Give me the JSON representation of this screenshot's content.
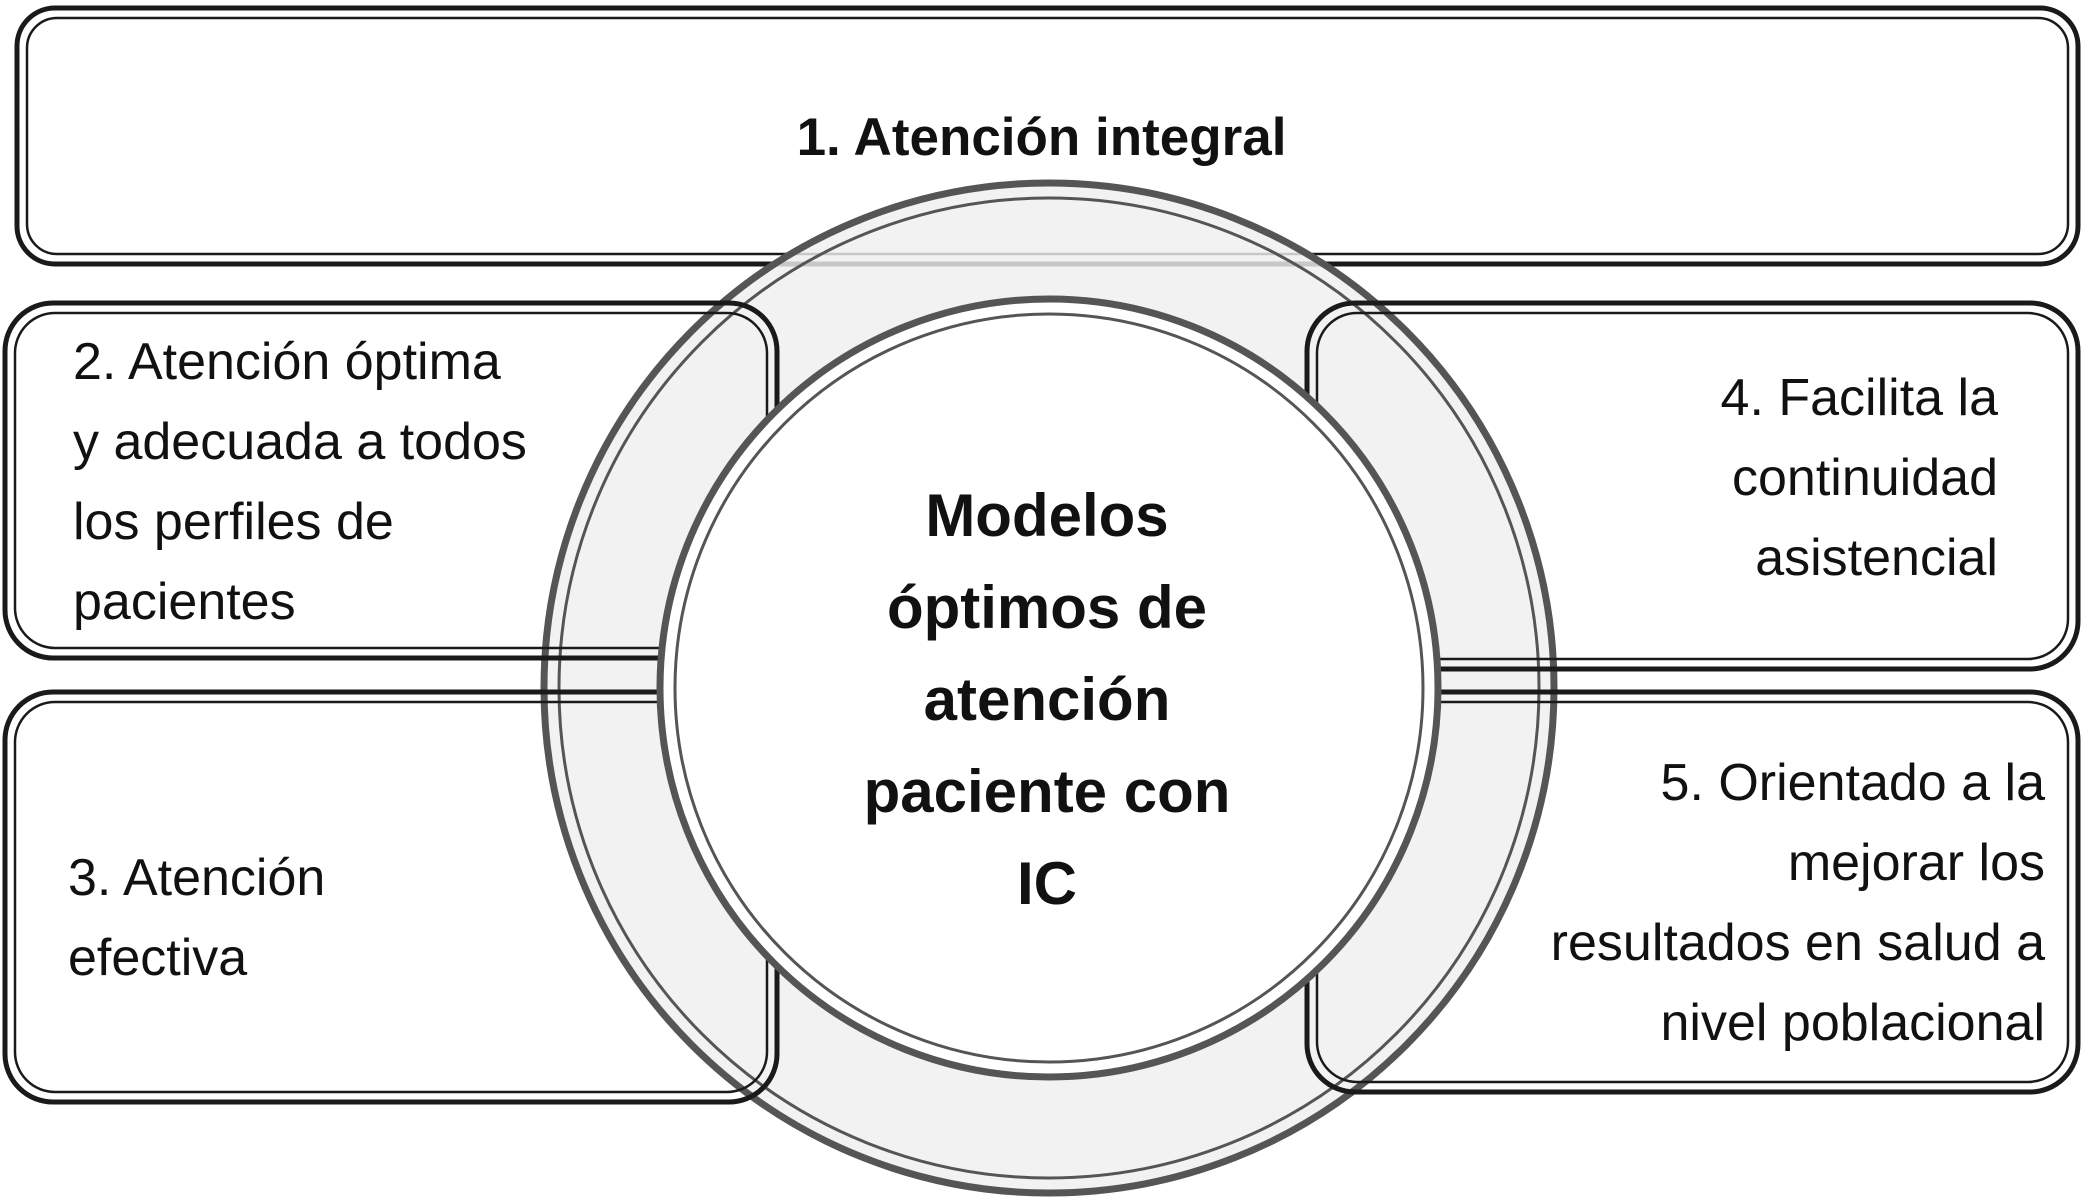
{
  "diagram": {
    "center": {
      "lines": [
        "Modelos",
        "óptimos de",
        "atención",
        "paciente con",
        "IC"
      ]
    },
    "box1": {
      "lines": [
        "1. Atención integral"
      ]
    },
    "box2": {
      "lines": [
        "2. Atención óptima",
        "y adecuada a todos",
        "los perfiles de",
        "pacientes"
      ]
    },
    "box3": {
      "lines": [
        "3. Atención",
        "efectiva"
      ]
    },
    "box4": {
      "lines": [
        "4. Facilita la",
        "continuidad",
        "asistencial"
      ]
    },
    "box5": {
      "lines": [
        "5. Orientado a la",
        "mejorar los",
        "resultados en salud a",
        "nivel poblacional"
      ]
    }
  }
}
